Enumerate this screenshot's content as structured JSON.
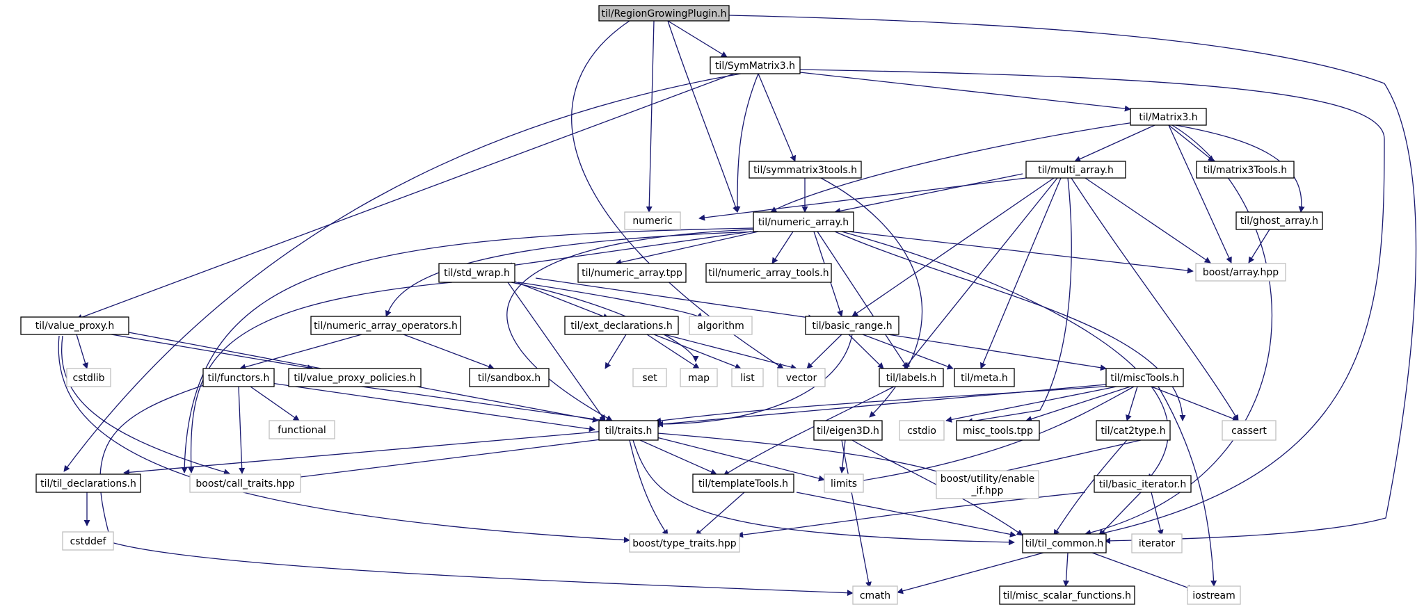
{
  "colors": {
    "edge": "#191970",
    "header_fill": "#bfbfbf",
    "node_border": "#000000",
    "external_border": "#bfbfbf"
  },
  "nodes": {
    "rgp": "til/RegionGrowingPlugin.h",
    "symm3": "til/SymMatrix3.h",
    "matrix3": "til/Matrix3.h",
    "symm3tools": "til/symmatrix3tools.h",
    "multiarray": "til/multi_array.h",
    "matrix3tools": "til/matrix3Tools.h",
    "ghostarray": "til/ghost_array.h",
    "numeric": "numeric",
    "numarray": "til/numeric_array.h",
    "boostarray": "boost/array.hpp",
    "stdwrap": "til/std_wrap.h",
    "numarraytpp": "til/numeric_array.tpp",
    "numarraytools": "til/numeric_array_tools.h",
    "valueproxy": "til/value_proxy.h",
    "numarrayops": "til/numeric_array_operators.h",
    "algorithm": "algorithm",
    "extdecl": "til/ext_declarations.h",
    "basicrange": "til/basic_range.h",
    "cstdlib": "cstdlib",
    "functors": "til/functors.h",
    "vpp": "til/value_proxy_policies.h",
    "sandbox": "til/sandbox.h",
    "set": "set",
    "map": "map",
    "list": "list",
    "vector": "vector",
    "labels": "til/labels.h",
    "meta": "til/meta.h",
    "misctools": "til/miscTools.h",
    "functional": "functional",
    "traits": "til/traits.h",
    "eigen3d": "til/eigen3D.h",
    "cstdio": "cstdio",
    "misctoolstpp": "misc_tools.tpp",
    "cat2type": "til/cat2type.h",
    "cassert": "cassert",
    "tildecl": "til/til_declarations.h",
    "calltraits": "boost/call_traits.hpp",
    "templatetools": "til/templateTools.h",
    "limits": "limits",
    "enableif_1": "boost/utility/enable",
    "enableif_2": "_if.hpp",
    "basiciter": "til/basic_iterator.h",
    "cstddef": "cstddef",
    "typetraits": "boost/type_traits.hpp",
    "tilcommon": "til/til_common.h",
    "iterator": "iterator",
    "cmath": "cmath",
    "miscscalar": "til/misc_scalar_functions.h",
    "iostream": "iostream"
  }
}
